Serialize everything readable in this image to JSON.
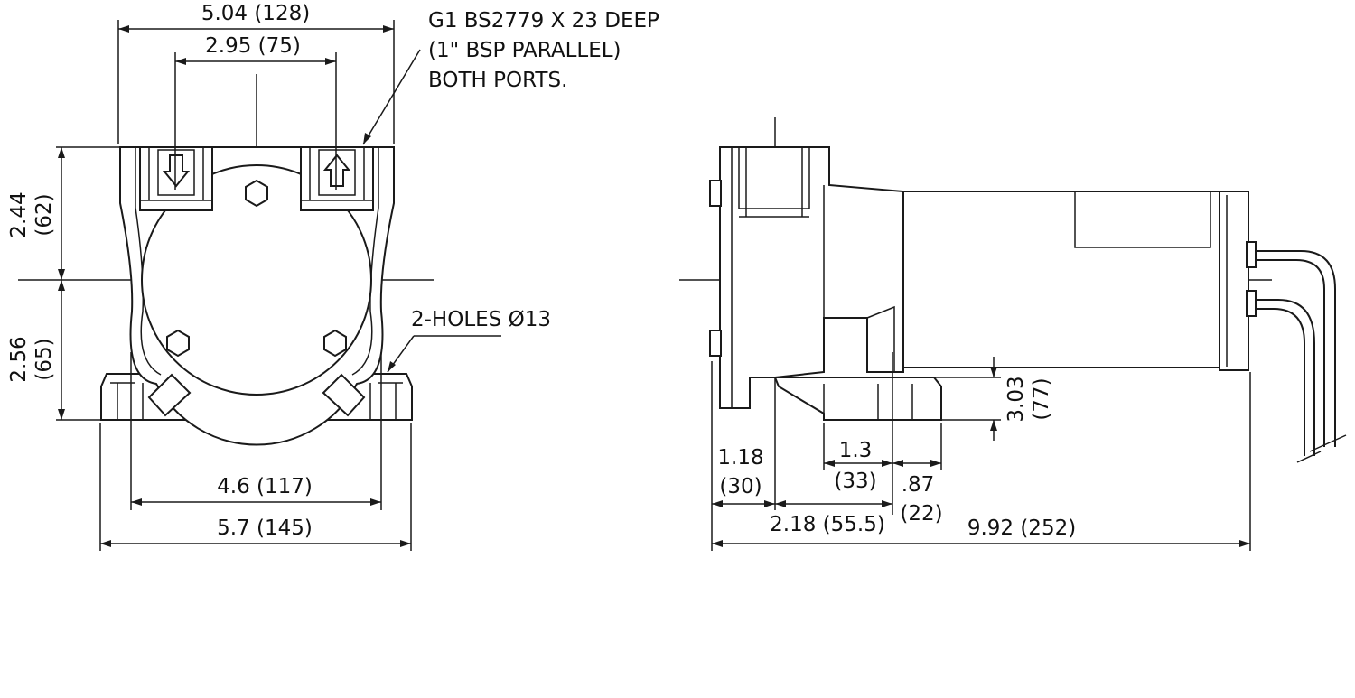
{
  "callouts": {
    "port_thread_line1": "G1 BS2779 X 23 DEEP",
    "port_thread_line2": "(1\" BSP PARALLEL)",
    "port_thread_line3": "BOTH PORTS.",
    "holes": "2-HOLES Ø13"
  },
  "front_view": {
    "overall_width": "5.04 (128)",
    "port_spacing": "2.95 (75)",
    "upper_height_in": "2.44",
    "upper_height_mm": "(62)",
    "lower_height_in": "2.56",
    "lower_height_mm": "(65)",
    "hole_spacing": "4.6 (117)",
    "base_width": "5.7 (145)"
  },
  "side_view": {
    "dim_1_18_in": "1.18",
    "dim_1_18_mm": "(30)",
    "dim_1_3_in": "1.3",
    "dim_1_3_mm": "(33)",
    "dim_87_in": ".87",
    "dim_87_mm": "(22)",
    "dim_2_18": "2.18 (55.5)",
    "overall_length": "9.92 (252)",
    "height_in": "3.03",
    "height_mm": "(77)"
  },
  "colors": {
    "line": "#1a1a1a",
    "background": "#ffffff"
  }
}
